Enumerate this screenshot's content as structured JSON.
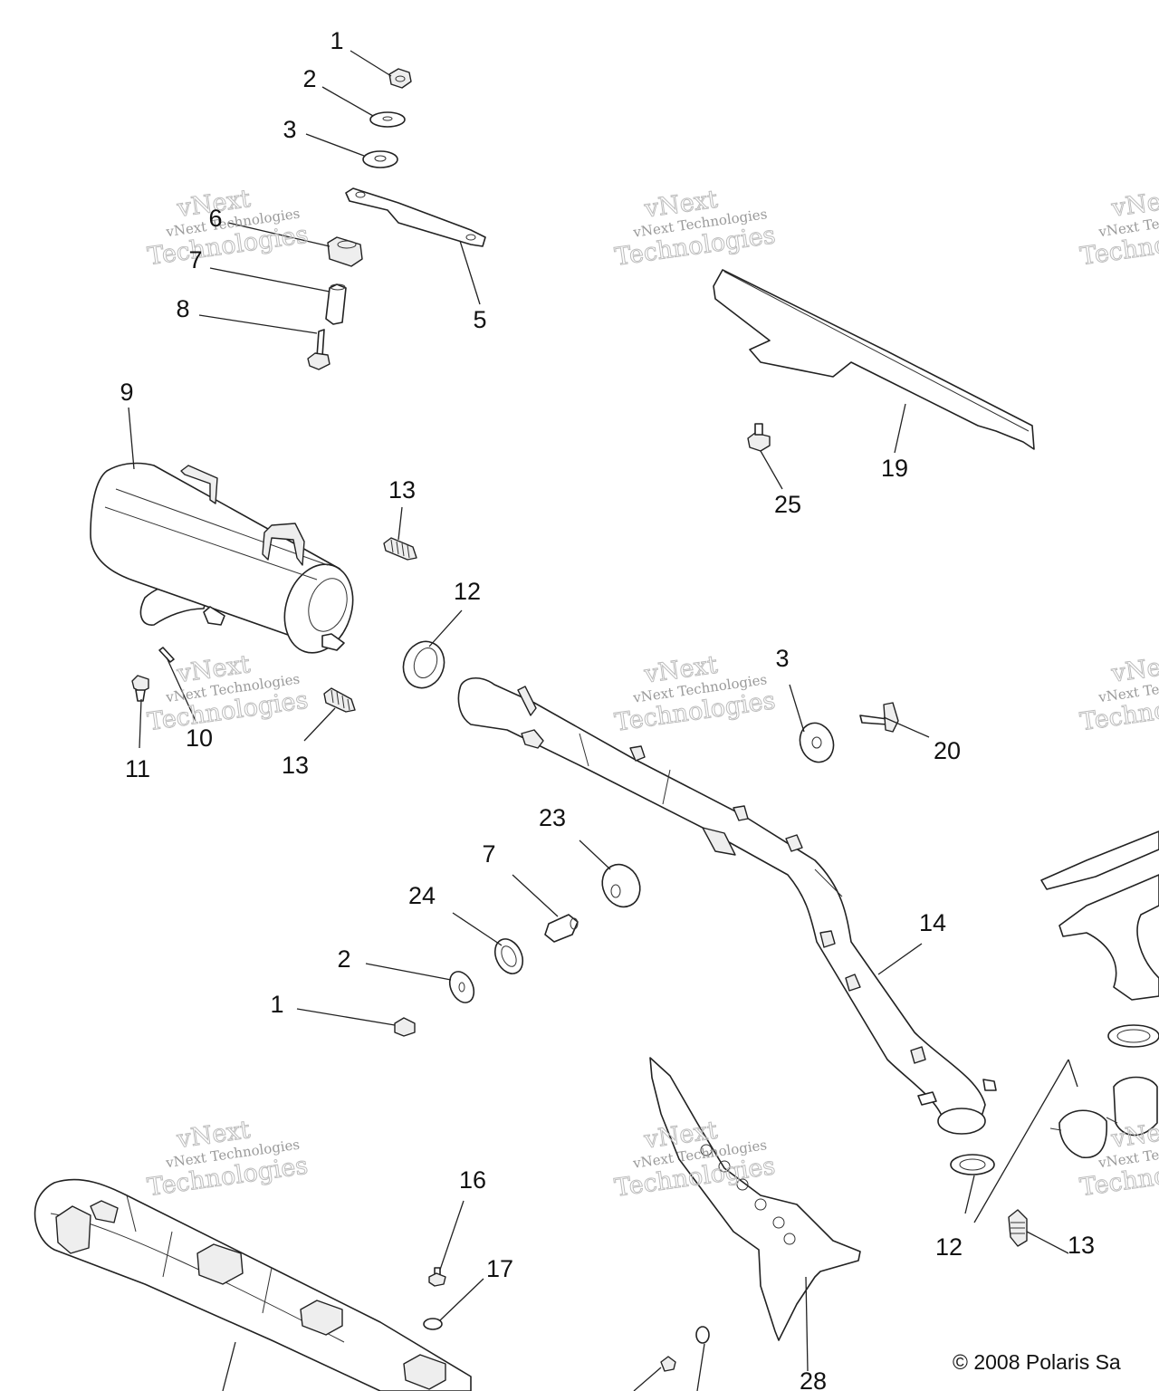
{
  "callouts": [
    {
      "n": "1"
    },
    {
      "n": "2"
    },
    {
      "n": "3"
    },
    {
      "n": "6"
    },
    {
      "n": "7"
    },
    {
      "n": "8"
    },
    {
      "n": "5"
    },
    {
      "n": "9"
    },
    {
      "n": "13"
    },
    {
      "n": "12"
    },
    {
      "n": "10"
    },
    {
      "n": "11"
    },
    {
      "n": "13"
    },
    {
      "n": "19"
    },
    {
      "n": "25"
    },
    {
      "n": "3"
    },
    {
      "n": "20"
    },
    {
      "n": "23"
    },
    {
      "n": "7"
    },
    {
      "n": "24"
    },
    {
      "n": "2"
    },
    {
      "n": "1"
    },
    {
      "n": "14"
    },
    {
      "n": "16"
    },
    {
      "n": "17"
    },
    {
      "n": "28"
    },
    {
      "n": "12"
    },
    {
      "n": "13"
    }
  ],
  "watermark": {
    "line1": "vNext Technologies",
    "line2a": "vNext",
    "line2b": "Technologies"
  },
  "copyright": "© 2008 Polaris Sa"
}
